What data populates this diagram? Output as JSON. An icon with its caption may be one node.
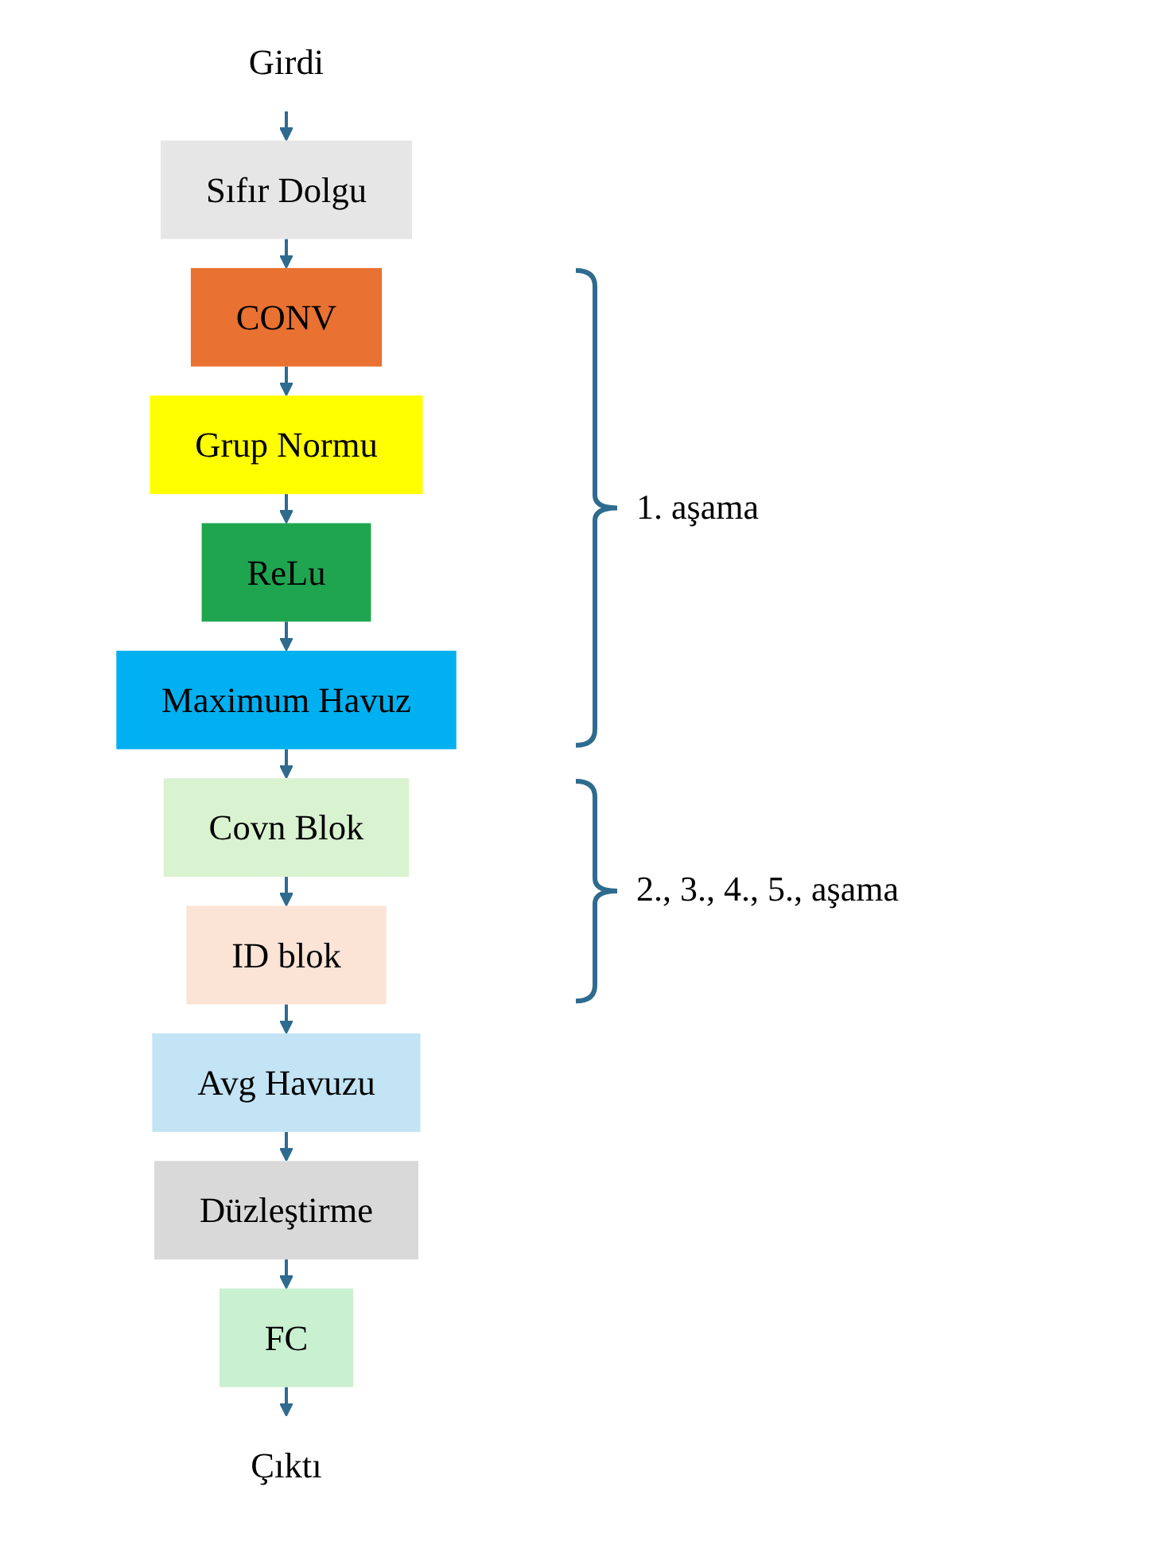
{
  "diagram": {
    "nodes": [
      {
        "text": [
          "Girdi"
        ]
      },
      {
        "text": [
          "Sıfır Dolgu"
        ]
      },
      {
        "text": [
          "CONV"
        ]
      },
      {
        "text": [
          "Grup Normu"
        ]
      },
      {
        "text": [
          "ReLu"
        ]
      },
      {
        "text": [
          "Maximum Havuz"
        ]
      },
      {
        "text": [
          "Covn Blok"
        ]
      },
      {
        "text": [
          "ID blok"
        ]
      },
      {
        "text": [
          "Avg Havuzu"
        ]
      },
      {
        "text": [
          "Düzleştirme"
        ]
      },
      {
        "text": [
          "FC"
        ]
      },
      {
        "text": [
          "Çıktı"
        ]
      }
    ],
    "edges": [
      {
        "from": 0,
        "to": 1,
        "arrow": "to"
      },
      {
        "from": 1,
        "to": 2,
        "arrow": "to"
      },
      {
        "from": 2,
        "to": 3,
        "arrow": "to"
      },
      {
        "from": 3,
        "to": 4,
        "arrow": "to"
      },
      {
        "from": 4,
        "to": 5,
        "arrow": "to"
      },
      {
        "from": 5,
        "to": 6,
        "arrow": "to"
      },
      {
        "from": 6,
        "to": 7,
        "arrow": "to"
      },
      {
        "from": 7,
        "to": 8,
        "arrow": "to"
      },
      {
        "from": 8,
        "to": 9,
        "arrow": "to"
      },
      {
        "from": 9,
        "to": 10,
        "arrow": "to"
      },
      {
        "from": 10,
        "to": 11,
        "arrow": "to"
      }
    ],
    "labels": [
      "1. aşama",
      "2., 3., 4., 5., aşama"
    ]
  }
}
